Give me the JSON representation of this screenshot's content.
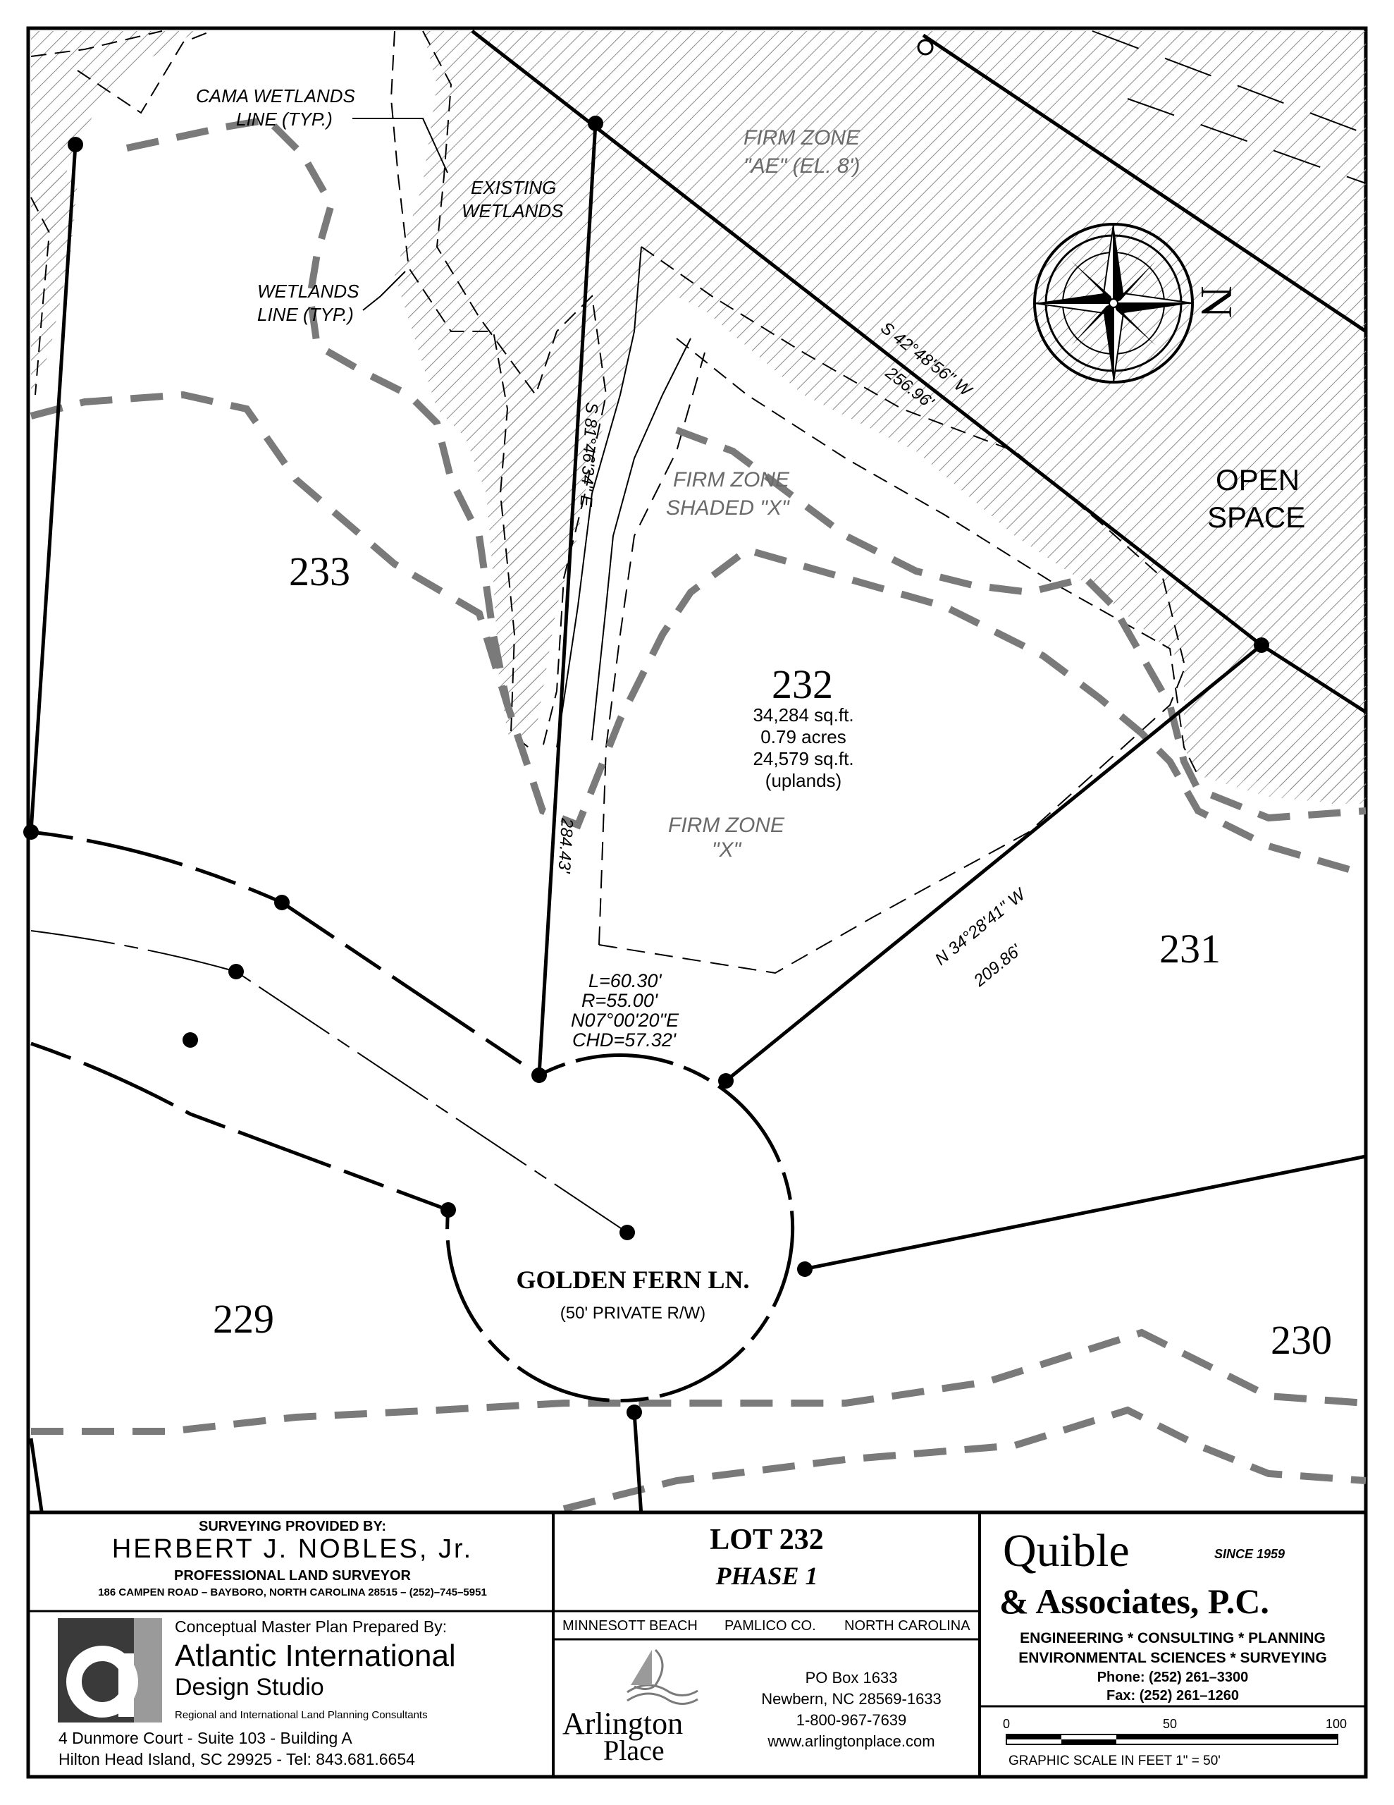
{
  "map": {
    "lots": {
      "lot_233": "233",
      "lot_232": "232",
      "lot_231": "231",
      "lot_229": "229",
      "lot_230": "230"
    },
    "lot_232_details": {
      "area_sqft": "34,284 sq.ft.",
      "area_acres": "0.79 acres",
      "uplands_sqft": "24,579 sq.ft.",
      "uplands_label": "(uplands)"
    },
    "labels": {
      "cama_line_1": "CAMA WETLANDS",
      "cama_line_2": "LINE (TYP.)",
      "existing_wetlands_1": "EXISTING",
      "existing_wetlands_2": "WETLANDS",
      "wetlands_line_1": "WETLANDS",
      "wetlands_line_2": "LINE (TYP.)",
      "firm_ae_1": "FIRM ZONE",
      "firm_ae_2": "\"AE\" (EL. 8')",
      "firm_shaded_1": "FIRM ZONE",
      "firm_shaded_2": "SHADED \"X\"",
      "firm_x_1": "FIRM ZONE",
      "firm_x_2": "\"X\"",
      "open_space_1": "OPEN",
      "open_space_2": "SPACE",
      "north_letter": "N"
    },
    "bearings": {
      "ne_bearing": "S 42°48'56\" W",
      "ne_distance": "256.96'",
      "w_bearing": "S 81°46'34\" E",
      "w_distance": "284.43'",
      "se_bearing": "N 34°28'41\" W",
      "se_distance": "209.86'"
    },
    "curve": {
      "length": "L=60.30'",
      "radius": "R=55.00'",
      "bearing": "N07°00'20\"E",
      "chord": "CHD=57.32'"
    },
    "road": {
      "name": "GOLDEN FERN LN.",
      "row": "(50' PRIVATE R/W)"
    }
  },
  "title_block": {
    "surveyor": {
      "heading": "SURVEYING PROVIDED BY:",
      "name": "HERBERT J. NOBLES, Jr.",
      "title": "PROFESSIONAL LAND SURVEYOR",
      "address": "186 CAMPEN ROAD – BAYBORO, NORTH CAROLINA 28515 – (252)–745–5951"
    },
    "designer": {
      "heading": "Conceptual Master Plan Prepared By:",
      "name_1": "Atlantic International",
      "name_2": "Design Studio",
      "tagline": "Regional and International Land Planning Consultants",
      "address_1": "4 Dunmore Court - Suite 103 - Building A",
      "address_2": "Hilton Head Island, SC  29925 - Tel:  843.681.6654",
      "logo_text": "ai"
    },
    "lot": {
      "title": "LOT 232",
      "phase": "PHASE 1",
      "location": [
        "MINNESOTT BEACH",
        "PAMLICO CO.",
        "NORTH CAROLINA"
      ]
    },
    "arlington": {
      "logo_1": "Arlington",
      "logo_2": "Place",
      "address_1": "PO Box 1633",
      "address_2": "Newbern, NC 28569-1633",
      "phone": "1-800-967-7639",
      "web": "www.arlingtonplace.com"
    },
    "quible": {
      "name_1": "Quible",
      "since": "SINCE 1959",
      "name_2": "& Associates, P.C.",
      "services_1": "ENGINEERING * CONSULTING * PLANNING",
      "services_2": "ENVIRONMENTAL SCIENCES * SURVEYING",
      "phone": "Phone:  (252)  261–3300",
      "fax": "Fax:  (252)  261–1260"
    },
    "scale": {
      "tick_0": "0",
      "tick_50": "50",
      "tick_100": "100",
      "caption": "GRAPHIC SCALE IN FEET 1\" = 50'"
    }
  }
}
